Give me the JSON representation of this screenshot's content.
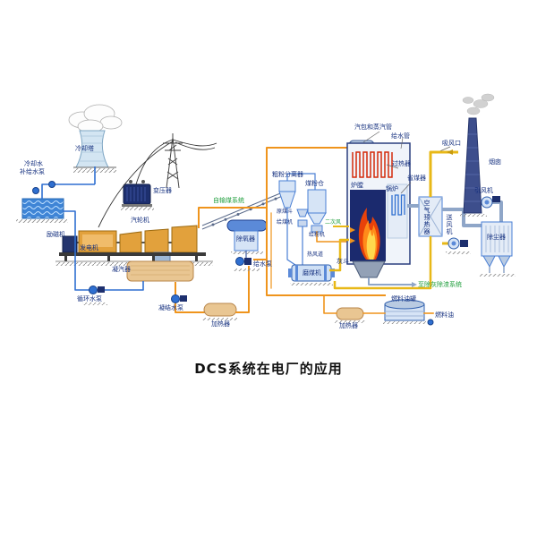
{
  "title": "DCS系统在电厂的应用",
  "colors": {
    "pipe_orange": "#ef941c",
    "pipe_yellow": "#e8b817",
    "water_blue": "#2f6fd0",
    "label_blue": "#15307f",
    "label_green": "#1f9e3c",
    "navy": "#1d2f6e"
  },
  "labels": {
    "cooling_tower": "冷却塔",
    "cooling_water": "冷却水",
    "makeup_pump": "补给水泵",
    "transformer": "变压器",
    "exciter": "励磁机",
    "generator": "发电机",
    "turbine": "汽轮机",
    "condenser": "凝汽器",
    "circulating_pump": "循环水泵",
    "condensate_pump": "凝结水泵",
    "lp_heater": "加热器",
    "deaerator": "除氧器",
    "feed_pump": "给水泵",
    "coal_conveying": "自输煤系统",
    "separator": "粗粉分离器",
    "coal_bunker": "煤粉仓",
    "raw_coal_hopper": "原煤斗",
    "coal_feeder": "给煤机",
    "powder_feeder": "给粉机",
    "secondary_air": "二次风",
    "hot_air_duct": "热风道",
    "coal_mill": "磨煤机",
    "steam_drum_pipe": "汽包和蒸汽管",
    "feed_water_pipe": "给水管",
    "superheater": "过热器",
    "furnace": "炉膛",
    "boiler": "锅炉",
    "economizer": "省煤器",
    "air_preheater": "空气预热器",
    "fd_fan": "送风机",
    "air_intake": "吸风口",
    "chimney": "烟囱",
    "id_fan": "引风机",
    "dust_collector": "除尘器",
    "ash_hopper": "灰斗",
    "ash_system": "至除灰除渣系统",
    "fuel_tank": "燃料油罐",
    "fuel_oil": "燃料油",
    "oil_heater": "加热器"
  }
}
